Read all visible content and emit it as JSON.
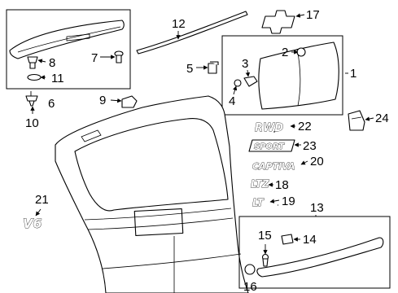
{
  "callouts": [
    {
      "id": "c1",
      "label": "1"
    },
    {
      "id": "c2",
      "label": "2"
    },
    {
      "id": "c3",
      "label": "3"
    },
    {
      "id": "c4",
      "label": "4"
    },
    {
      "id": "c5",
      "label": "5"
    },
    {
      "id": "c6",
      "label": "6"
    },
    {
      "id": "c7",
      "label": "7"
    },
    {
      "id": "c8",
      "label": "8"
    },
    {
      "id": "c9",
      "label": "9"
    },
    {
      "id": "c10",
      "label": "10"
    },
    {
      "id": "c11",
      "label": "11"
    },
    {
      "id": "c12",
      "label": "12"
    },
    {
      "id": "c13",
      "label": "13"
    },
    {
      "id": "c14",
      "label": "14"
    },
    {
      "id": "c15",
      "label": "15"
    },
    {
      "id": "c16",
      "label": "16"
    },
    {
      "id": "c17",
      "label": "17"
    },
    {
      "id": "c18",
      "label": "18"
    },
    {
      "id": "c19",
      "label": "19"
    },
    {
      "id": "c20",
      "label": "20"
    },
    {
      "id": "c21",
      "label": "21"
    },
    {
      "id": "c22",
      "label": "22"
    },
    {
      "id": "c23",
      "label": "23"
    },
    {
      "id": "c24",
      "label": "24"
    }
  ],
  "emblems": {
    "rwd": "RWD",
    "sport": "SPORT",
    "captiva": "CAPTIVA",
    "ltz": "LTZ",
    "lt": "LT",
    "v6": "V6"
  }
}
